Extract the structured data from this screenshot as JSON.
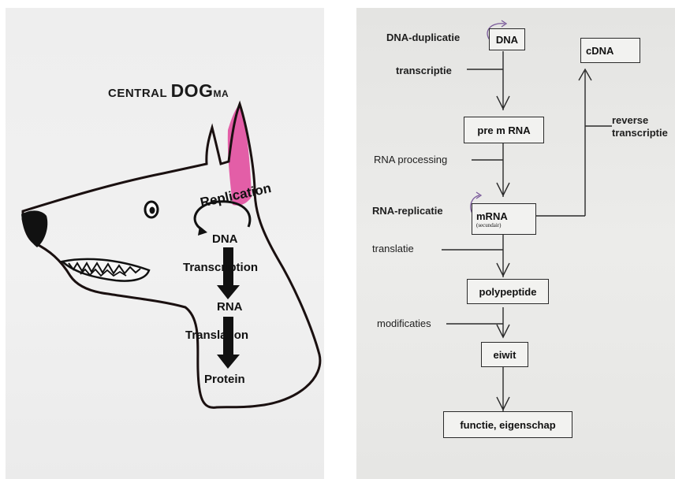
{
  "left": {
    "title_central": "CENTRAL ",
    "title_dog": "DOG",
    "title_ma": "MA",
    "replication": "Replication",
    "dna": "DNA",
    "transcription": "Transcription",
    "rna": "RNA",
    "translation": "Translation",
    "protein": "Protein",
    "colors": {
      "ear_highlight": "#e0449a",
      "outline": "#1a1010",
      "nose": "#111111"
    }
  },
  "right": {
    "dna_duplicatie": "DNA-duplicatie",
    "dna_box": "DNA",
    "cdna_box": "cDNA",
    "transcriptie": "transcriptie",
    "pre_m_rna": "pre m RNA",
    "reverse": "reverse",
    "reverse_transcriptie": "transcriptie",
    "rna_processing": "RNA processing",
    "rna_replicatie": "RNA-replicatie",
    "mrna": "mRNA",
    "secundair": "(secundair)",
    "translatie": "translatie",
    "polypeptide": "polypeptide",
    "modificaties": "modificaties",
    "eiwit": "eiwit",
    "functie": "functie, eigenschap",
    "colors": {
      "curl_arrow": "#7a5a9a"
    }
  }
}
